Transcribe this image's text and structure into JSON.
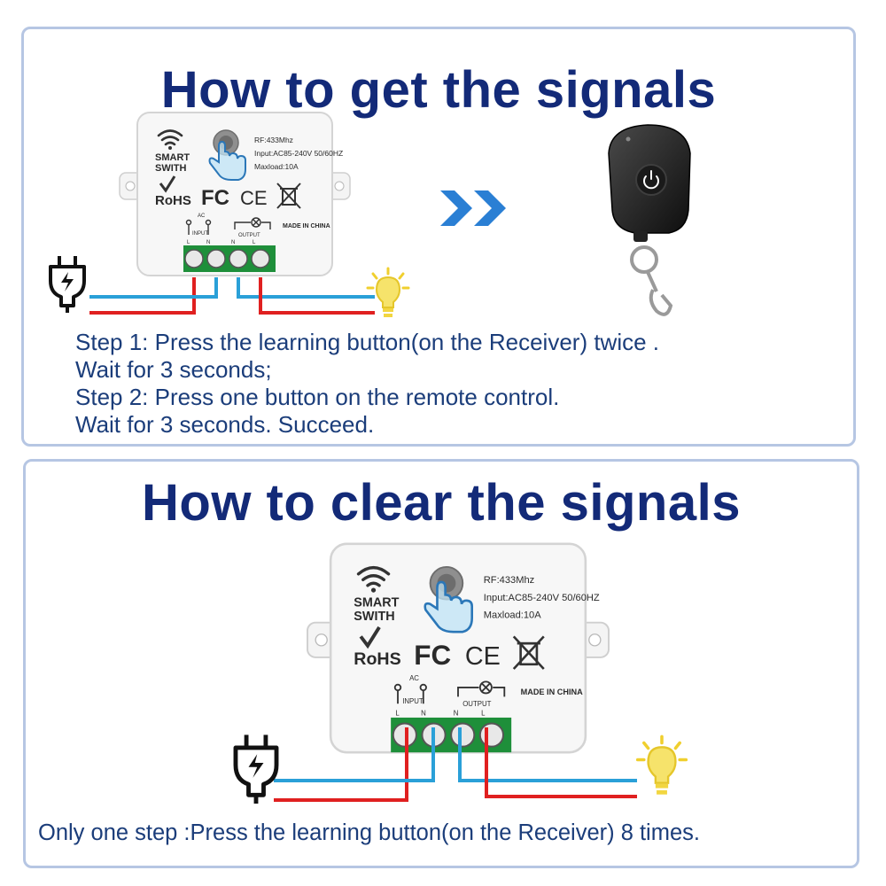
{
  "get_section": {
    "title": "How to get the signals",
    "steps": [
      "Step 1: Press the learning button(on the Receiver) twice .",
      "Wait for 3 seconds;",
      "Step 2: Press one button on the remote control.",
      "Wait for 3 seconds. Succeed."
    ]
  },
  "clear_section": {
    "title": "How to clear the signals",
    "steps": [
      "Only one step :Press the learning button(on the Receiver) 8 times."
    ]
  },
  "receiver": {
    "brand_line1": "SMART",
    "brand_line2": "SWITH",
    "spec_rf": "RF:433Mhz",
    "spec_input": "Input:AC85-240V 50/60HZ",
    "spec_load": "Maxload:10A",
    "rohs": "RoHS",
    "fcc": "FC",
    "ce": "CE",
    "made_in": "MADE IN CHINA",
    "ac": "AC",
    "input": "INPUT",
    "output": "OUTPUT",
    "terminals": [
      "L",
      "N",
      "N",
      "L"
    ]
  },
  "icons": {
    "wifi": "wifi-icon",
    "finger": "pointing-finger-icon",
    "plug": "power-plug-icon",
    "bulb": "light-bulb-icon",
    "arrows": "double-chevron-right-icon",
    "remote": "remote-control-keyfob",
    "bin": "crossed-bin-icon"
  },
  "colors": {
    "title": "#132a78",
    "step_text": "#1b3d7a",
    "panel_border": "#b6c6e3",
    "live_wire": "#e02020",
    "neutral_wire": "#2aa0d8",
    "terminal_block": "#1e8f3a",
    "arrow": "#2a7fd4",
    "bulb": "#f2d640"
  }
}
